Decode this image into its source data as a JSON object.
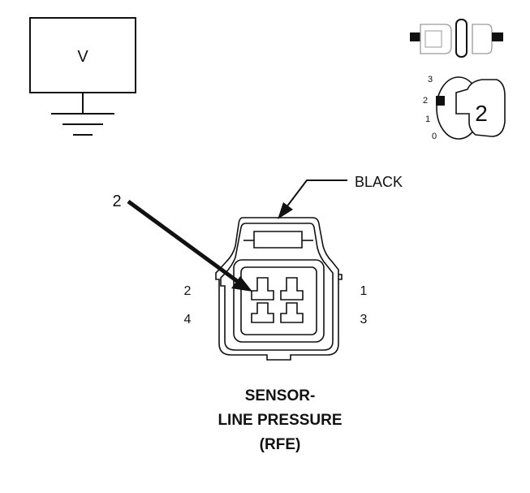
{
  "meter": {
    "label": "V"
  },
  "selector": {
    "position_marks": [
      "3",
      "2",
      "1",
      "0"
    ],
    "setting": "2"
  },
  "connector": {
    "color_callout": "BLACK",
    "pin_callout": "2",
    "pin_numbers": {
      "top_left": "2",
      "top_right": "1",
      "bottom_left": "4",
      "bottom_right": "3"
    }
  },
  "caption": {
    "line1": "SENSOR-",
    "line2": "LINE PRESSURE",
    "line3": "(RFE)"
  },
  "colors": {
    "line": "#111111",
    "muted": "#9a9a9a"
  }
}
